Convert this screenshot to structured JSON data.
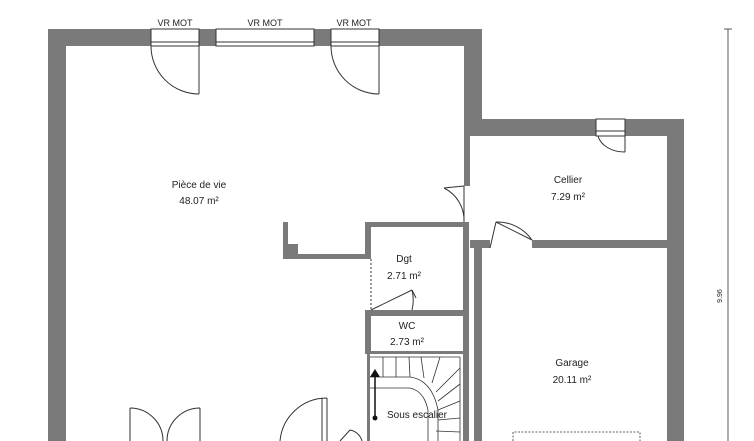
{
  "colors": {
    "wall": "#7a7a7a",
    "line": "#333333",
    "background": "#ffffff"
  },
  "windows": [
    {
      "label": "VR MOT"
    },
    {
      "label": "VR MOT"
    },
    {
      "label": "VR MOT"
    }
  ],
  "rooms": [
    {
      "name": "Pièce de vie",
      "area": "48.07 m²"
    },
    {
      "name": "Cellier",
      "area": "7.29 m²"
    },
    {
      "name": "Dgt",
      "area": "2.71 m²"
    },
    {
      "name": "WC",
      "area": "2.73 m²"
    },
    {
      "name": "Garage",
      "area": "20.11 m²"
    }
  ],
  "stair_note": "Sous escalier",
  "dimension": {
    "label": "9.96"
  }
}
